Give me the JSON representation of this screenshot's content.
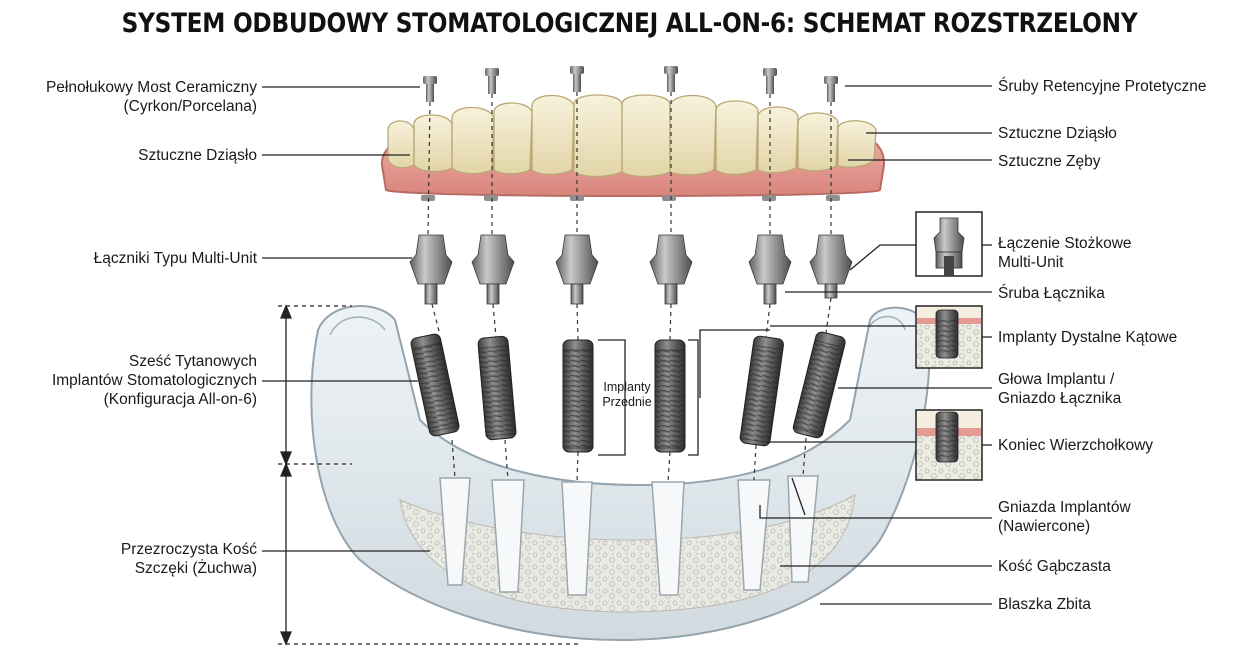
{
  "title": "SYSTEM ODBUDOWY STOMATOLOGICZNEJ ALL-ON-6: SCHEMAT ROZSTRZELONY",
  "labels_left": {
    "bridge_line1": "Pełnołukowy Most Ceramiczny",
    "bridge_line2": "(Cyrkon/Porcelana)",
    "gum": "Sztuczne Dziąsło",
    "multi_unit": "Łączniki Typu Multi-Unit",
    "implants_line1": "Sześć Tytanowych",
    "implants_line2": "Implantów Stomatologicznych",
    "implants_line3": "(Konfiguracja All-on-6)",
    "jaw_line1": "Przezroczysta Kość",
    "jaw_line2": "Szczęki (Żuchwa)"
  },
  "labels_right": {
    "screws": "Śruby Retencyjne Protetyczne",
    "gum": "Sztuczne Dziąsło",
    "teeth": "Sztuczne Zęby",
    "conical_line1": "Łączenie Stożkowe",
    "conical_line2": "Multi-Unit",
    "abutment_screw": "Śruba Łącznika",
    "distal": "Implanty Dystalne Kątowe",
    "head_line1": "Głowa Implantu /",
    "head_line2": "Gniazdo Łącznika",
    "apical": "Koniec Wierzchołkowy",
    "sockets_line1": "Gniazda Implantów",
    "sockets_line2": "(Nawiercone)",
    "spongy": "Kość Gąbczasta",
    "cortical": "Blaszka Zbita"
  },
  "labels_center": {
    "anterior_line1": "Implanty",
    "anterior_line2": "Przednie"
  },
  "colors": {
    "teeth": "#efe6c8",
    "gum": "#e79a92",
    "metal": "#8a8a8a",
    "bone": "#dfe7ec",
    "line": "#222222"
  },
  "icons": {
    "screw": "retention-screw-icon",
    "abutment": "multi-unit-abutment-icon",
    "implant": "titanium-implant-icon"
  }
}
